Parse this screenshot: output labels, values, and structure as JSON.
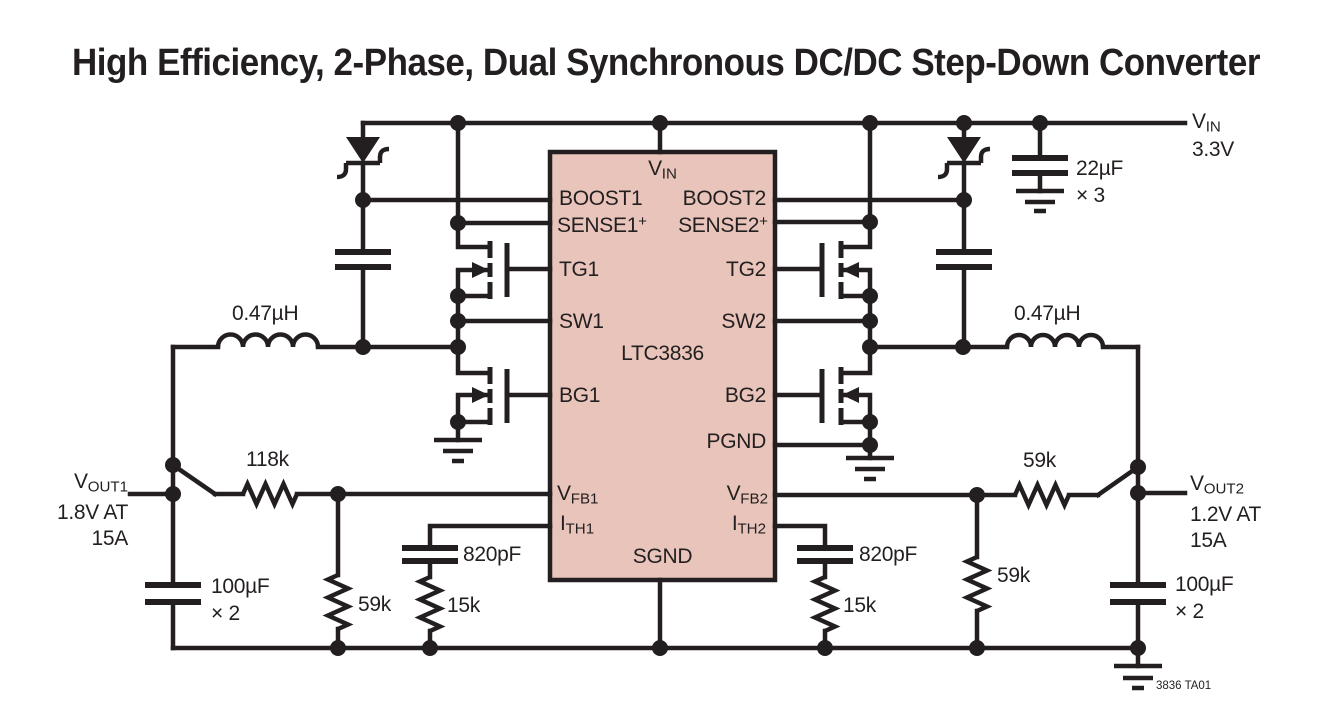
{
  "title": "High Efficiency, 2-Phase, Dual Synchronous DC/DC Step-Down Converter",
  "figure_id": "3836 TA01",
  "colors": {
    "line": "#231f20",
    "ic_fill": "#e8c4ba"
  },
  "ic": {
    "part_number": "LTC3836",
    "pins": {
      "vin": {
        "main": "V",
        "sub": "IN"
      },
      "boost1": "BOOST1",
      "sense1": {
        "main": "SENSE1",
        "sup": "+"
      },
      "tg1": "TG1",
      "sw1": "SW1",
      "bg1": "BG1",
      "vfb1": {
        "main": "V",
        "sub": "FB1"
      },
      "ith1": {
        "main": "I",
        "sub": "TH1"
      },
      "boost2": "BOOST2",
      "sense2": {
        "main": "SENSE2",
        "sup": "+"
      },
      "tg2": "TG2",
      "sw2": "SW2",
      "bg2": "BG2",
      "pgnd": "PGND",
      "vfb2": {
        "main": "V",
        "sub": "FB2"
      },
      "ith2": {
        "main": "I",
        "sub": "TH2"
      },
      "sgnd": "SGND"
    }
  },
  "supply": {
    "main": "V",
    "sub": "IN",
    "voltage": "3.3V"
  },
  "output1": {
    "main": "V",
    "sub": "OUT1",
    "line2": "1.8V AT",
    "line3": "15A"
  },
  "output2": {
    "main": "V",
    "sub": "OUT2",
    "line2": "1.2V AT",
    "line3": "15A"
  },
  "components": {
    "input_cap": {
      "value": "22µF",
      "qty": "× 3"
    },
    "output_cap1": {
      "value": "100µF",
      "qty": "× 2"
    },
    "output_cap2": {
      "value": "100µF",
      "qty": "× 2"
    },
    "inductor1": "0.47µH",
    "inductor2": "0.47µH",
    "fb1_top_resistor": "118k",
    "fb1_bottom_resistor": "59k",
    "fb2_top_resistor": "59k",
    "fb2_bottom_resistor": "59k",
    "ith1_cap": "820pF",
    "ith1_resistor": "15k",
    "ith2_cap": "820pF",
    "ith2_resistor": "15k"
  }
}
